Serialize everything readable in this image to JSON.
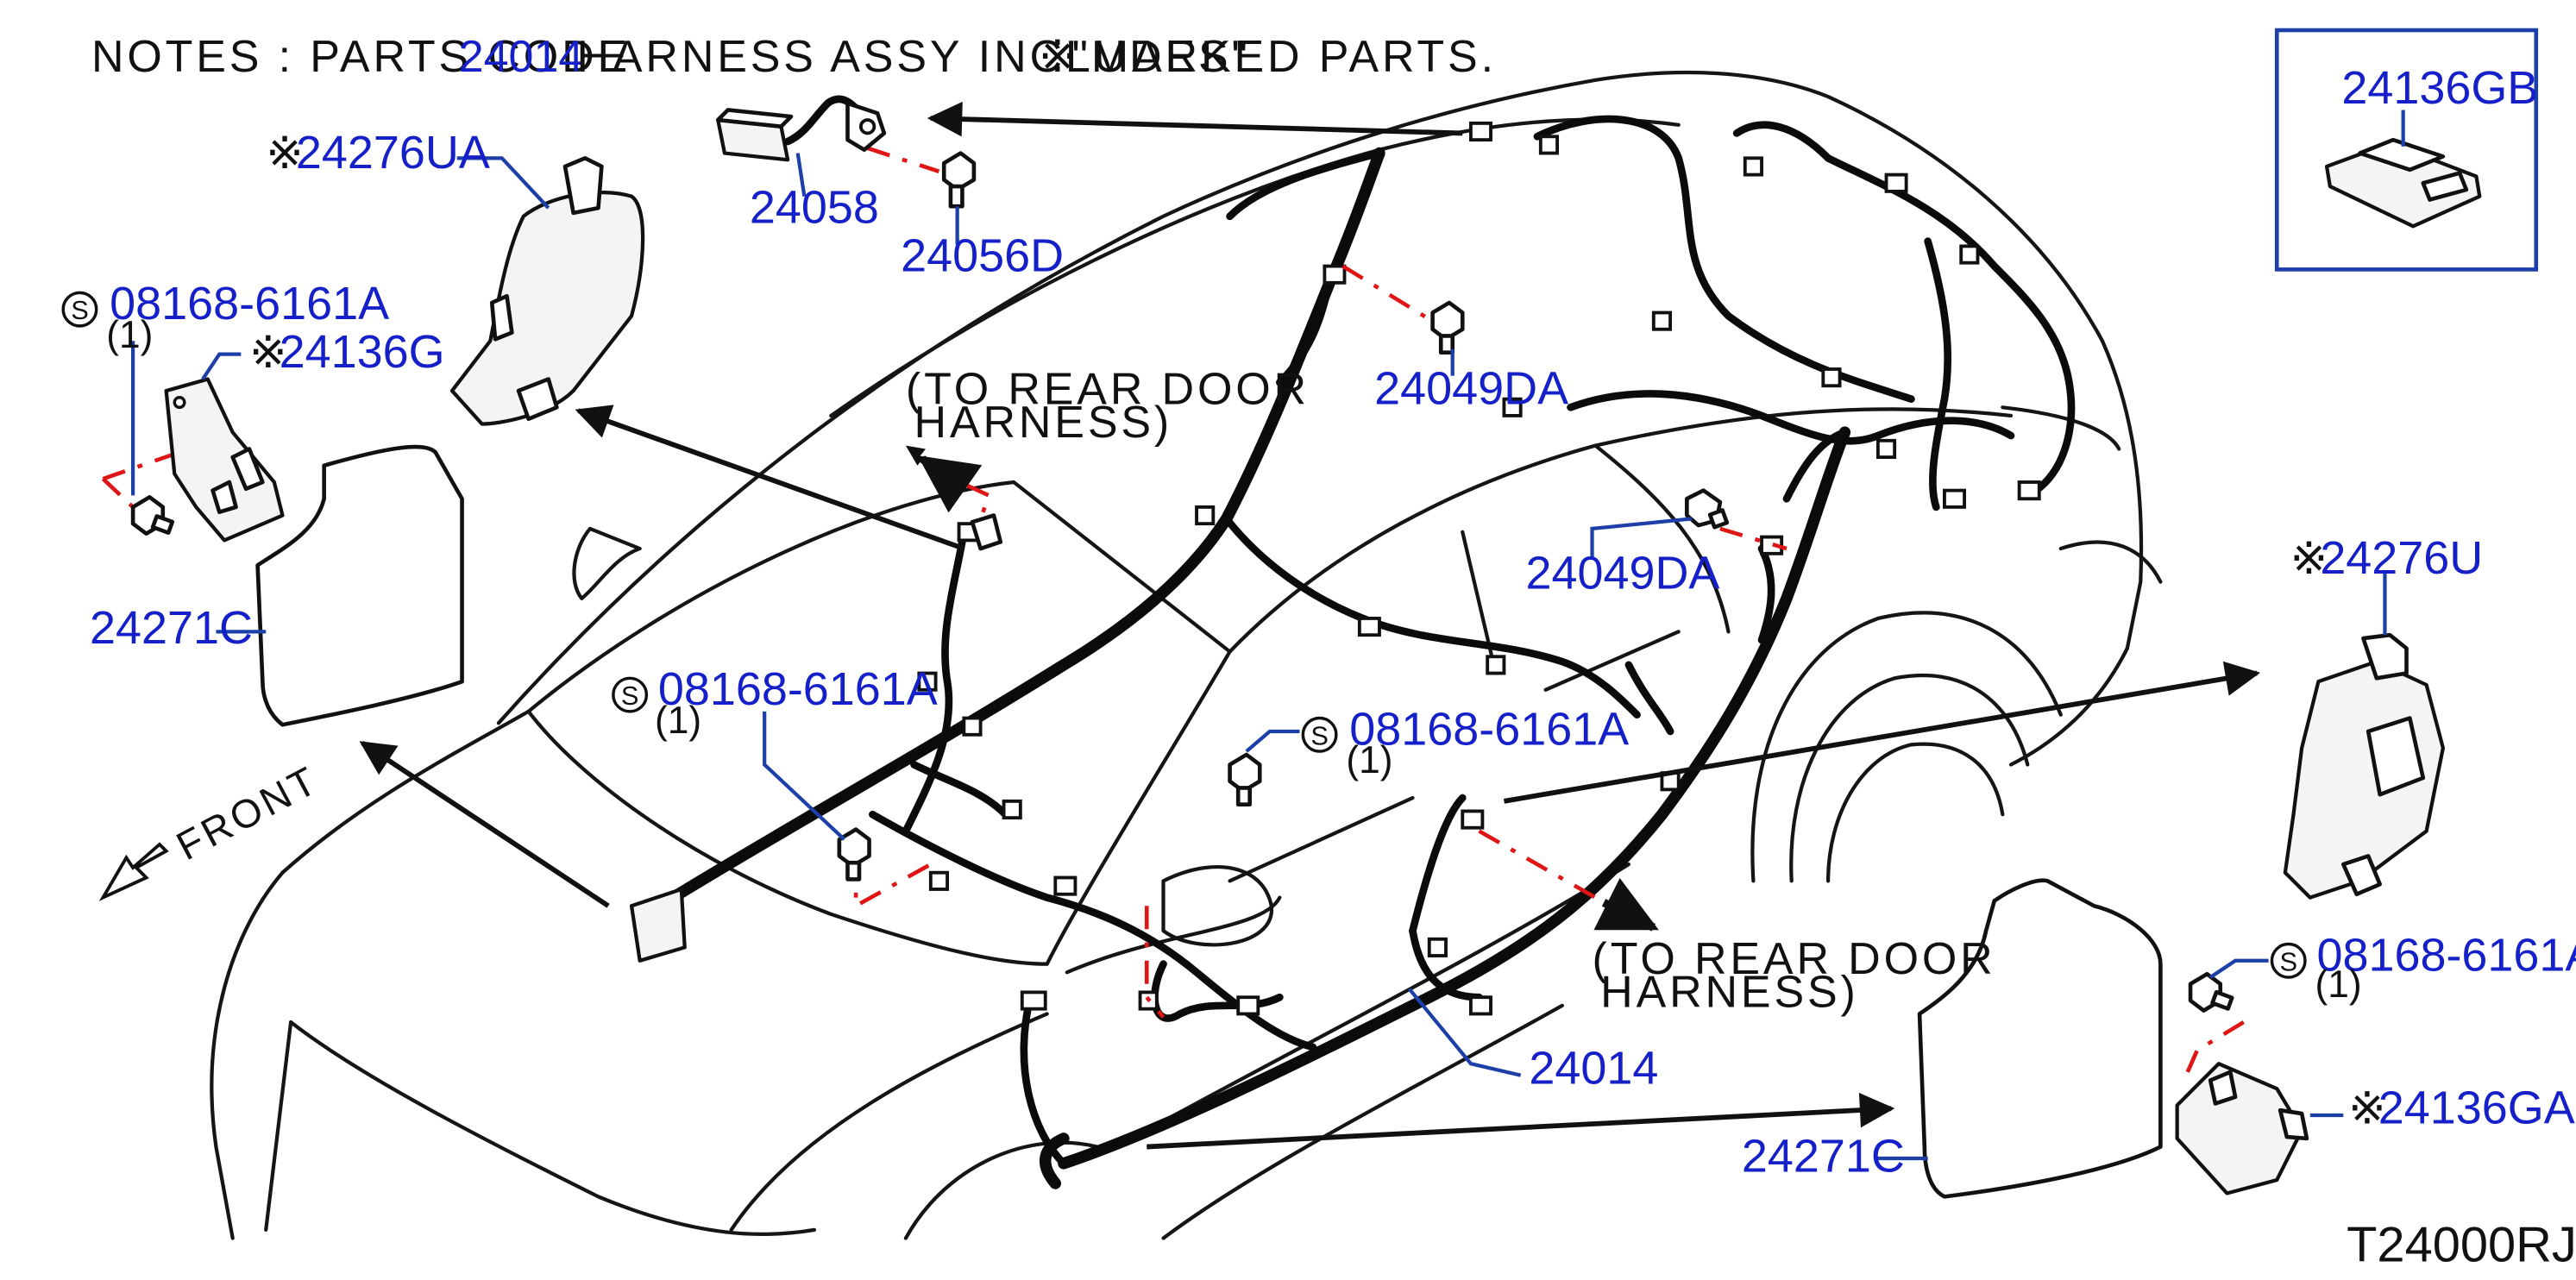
{
  "notes": {
    "prefix": "NOTES  :  PARTS  CODE",
    "code": "24014",
    "middle": "HARNESS  ASSY  INCLUDES\"",
    "mark": "※",
    "suffix": "\"MARKED  PARTS."
  },
  "labels": {
    "p24276UA": "24276UA",
    "p24058": "24058",
    "p24056D": "24056D",
    "p24136GB": "24136GB",
    "p24136G": "24136G",
    "p24271C_left": "24271C",
    "p24049DA_top": "24049DA",
    "p24049DA_mid": "24049DA",
    "p24276U": "24276U",
    "p24014": "24014",
    "p24271C_right": "24271C",
    "p24136GA": "24136GA",
    "bolt": "08168-6161A",
    "qty": "(1)",
    "s_symbol": "S",
    "mark": "※"
  },
  "callouts": {
    "rear_door_upper_1": "(TO  REAR  DOOR",
    "rear_door_upper_2": "HARNESS)",
    "rear_door_lower_1": "(TO  REAR  DOOR",
    "rear_door_lower_2": "HARNESS)",
    "front": "FRONT"
  },
  "reference": "T24000RJ",
  "colors": {
    "part_number": "#1520c8",
    "leader": "#1c3fa8",
    "dashed_link": "#e01515",
    "line": "#111111"
  }
}
